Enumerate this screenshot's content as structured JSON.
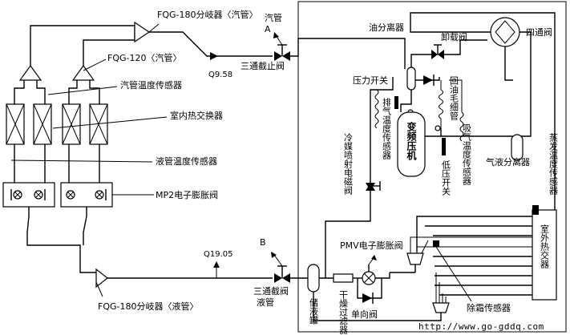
{
  "labels": {
    "fqg180_gas": "FQG-180分岐器〈汽管〉",
    "fqg120_gas": "FQG-120〈汽管〉",
    "gas_pipe_sensor": "汽管温度传感器",
    "indoor_hx": "室内热交换器",
    "liquid_pipe_sensor": "液管温度传感器",
    "mp2_valve": "MP2电子膨胀阀",
    "fqg180_liquid": "FQG-180分岐器〈液管〉",
    "gas_pipe_a_1": "汽管",
    "gas_pipe_a_2": "A",
    "three_way_stop": "三通截止阀",
    "q958": "Q9.58",
    "q1905": "Q19.05",
    "b_label": "B",
    "three_way_liquid_1": "三通截阀",
    "three_way_liquid_2": "液管",
    "oil_separator": "油分离器",
    "unload_valve": "卸载阀",
    "four_way": "四通阀",
    "pressure_switch": "压力开关",
    "oil_return_capillary": "回油毛细管",
    "discharge_sensor": "排气温度传感器",
    "inverter_compressor": "变频压机",
    "suction_sensor": "吸气温度传感器",
    "low_pressure_switch": "低压开关",
    "gas_liquid_separator": "气液分离器",
    "evap_sensor": "蒸发温度传感器",
    "refrigerant_solenoid": "冷媒喷射电磁阀",
    "pmv_valve": "PMV电子膨胀阀",
    "outdoor_hx": "室外热交器",
    "receiver": "储液罐",
    "dryer_filter": "干燥过滤器",
    "check_valve": "单向阀",
    "defrost_sensor": "除霜传感器",
    "watermark": "http://www.go-gddq.com"
  }
}
